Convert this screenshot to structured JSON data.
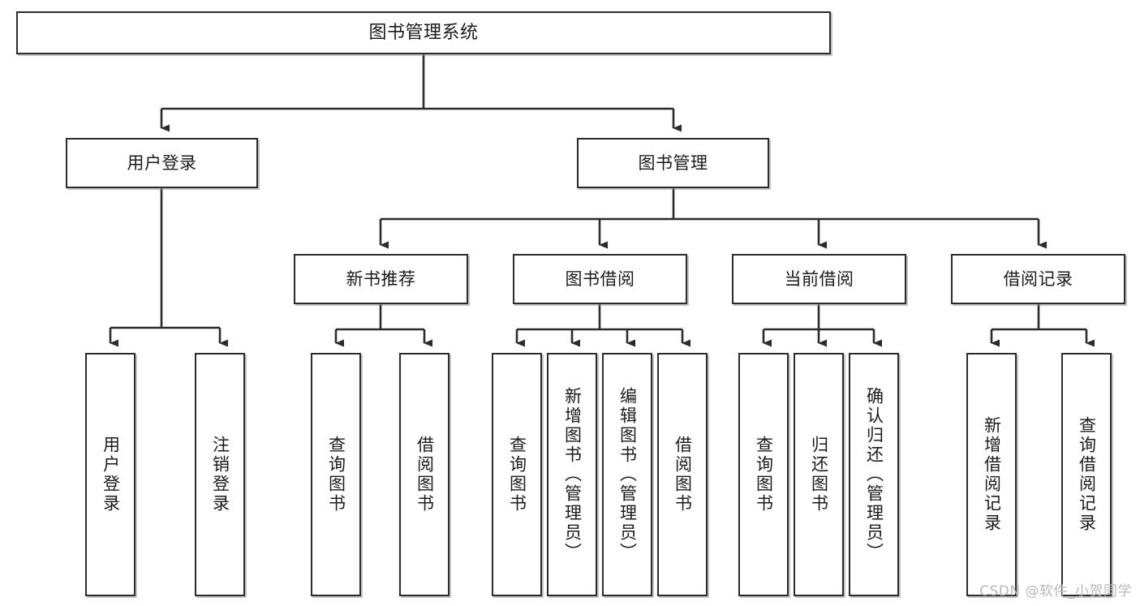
{
  "diagram": {
    "title": "图书管理系统",
    "type": "tree-hierarchy",
    "watermark": "CSDN @软件_小贺同学",
    "colors": {
      "box_border": "#2b2b2b",
      "box_fill": "#ffffff",
      "edge": "#2b2b2b",
      "text": "#1b1b1b",
      "watermark": "#b9b9b9"
    },
    "root": {
      "label": "图书管理系统"
    },
    "level2": [
      {
        "label": "用户登录"
      },
      {
        "label": "图书管理"
      }
    ],
    "level3": [
      {
        "label": "新书推荐"
      },
      {
        "label": "图书借阅"
      },
      {
        "label": "当前借阅"
      },
      {
        "label": "借阅记录"
      }
    ],
    "leaves": {
      "user_login": [
        {
          "label": "用户登录"
        },
        {
          "label": "注销登录"
        }
      ],
      "new_book_recommend": [
        {
          "label": "查询图书"
        },
        {
          "label": "借阅图书"
        }
      ],
      "book_borrow": [
        {
          "label": "查询图书"
        },
        {
          "label": "新增图书（管理员）"
        },
        {
          "label": "编辑图书（管理员）"
        },
        {
          "label": "借阅图书"
        }
      ],
      "current_borrow": [
        {
          "label": "查询图书"
        },
        {
          "label": "归还图书"
        },
        {
          "label": "确认归还（管理员）"
        }
      ],
      "borrow_record": [
        {
          "label": "新增借阅记录"
        },
        {
          "label": "查询借阅记录"
        }
      ]
    }
  }
}
